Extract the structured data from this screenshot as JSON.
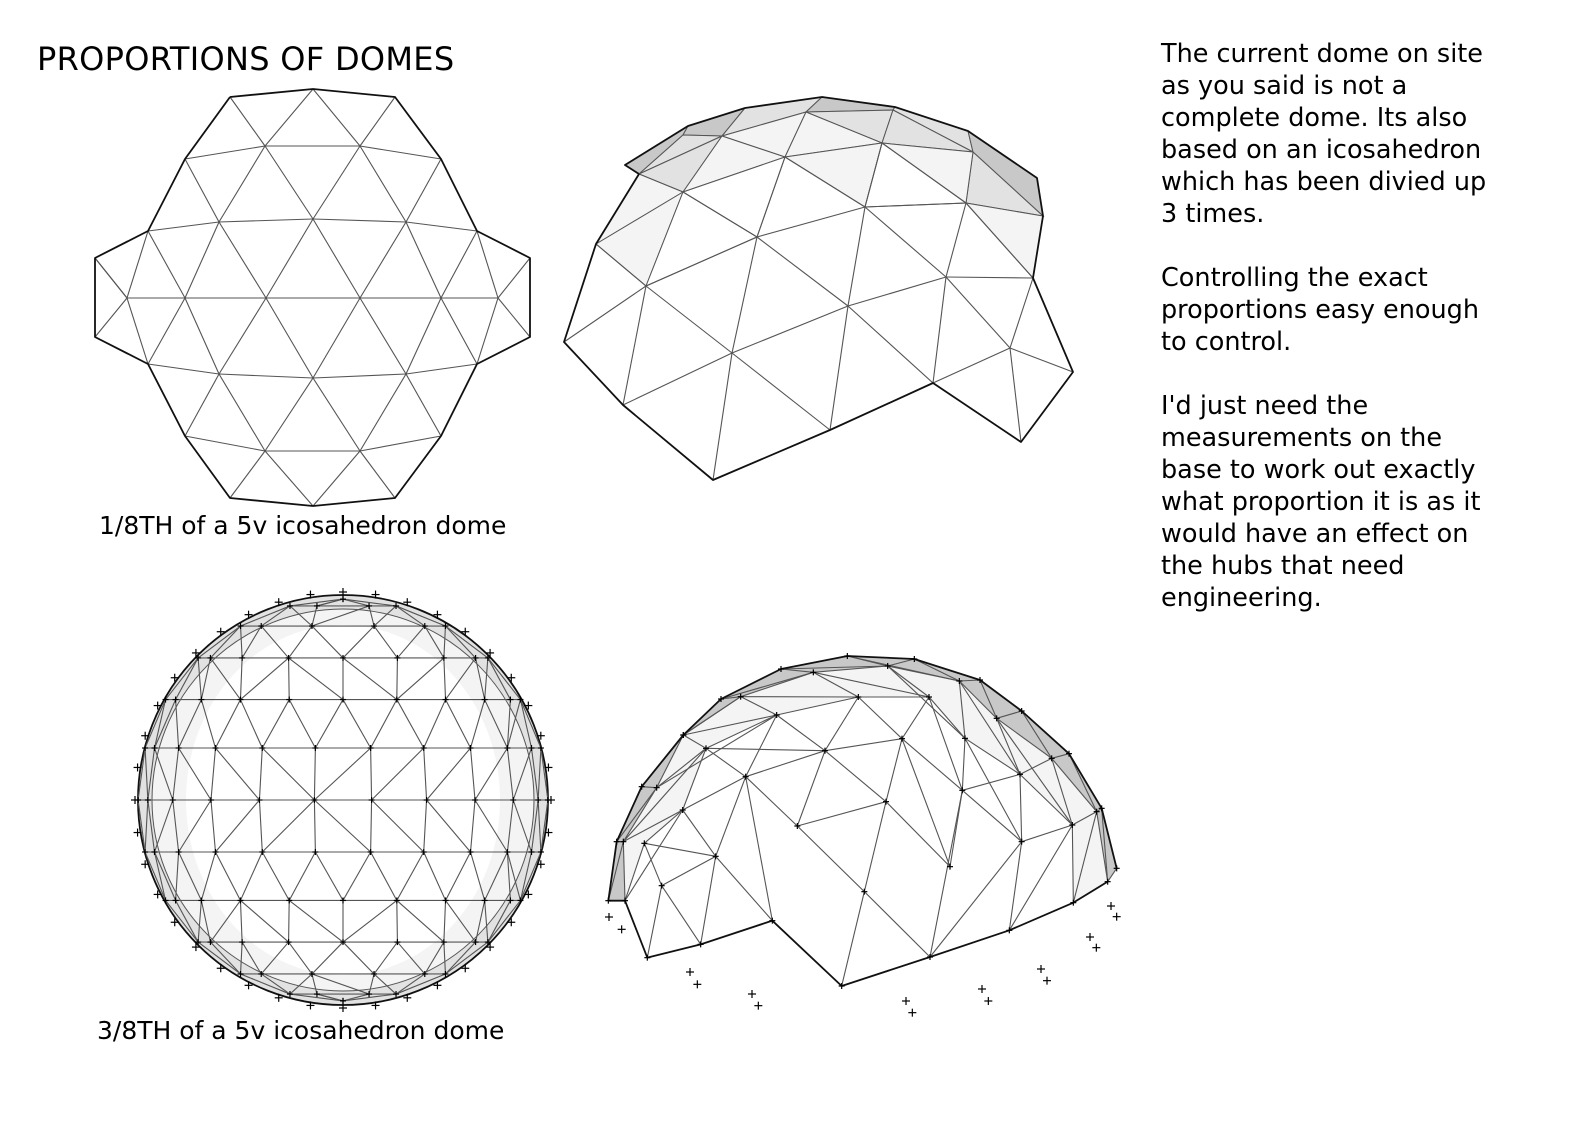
{
  "title": "PROPORTIONS OF DOMES",
  "figures": [
    {
      "id": "flat-net-eighth",
      "caption": "1/8TH of a 5v icosahedron dome",
      "view": "top plan"
    },
    {
      "id": "perspective-eighth",
      "caption": "",
      "view": "perspective"
    },
    {
      "id": "sphere-three-eighths",
      "caption": "3/8TH of a 5v icosahedron dome",
      "view": "top plan"
    },
    {
      "id": "perspective-three-eighths",
      "caption": "",
      "view": "perspective"
    }
  ],
  "notes": {
    "paragraphs": [
      "The current dome on site\nas you said is not a\ncomplete dome. Its also\nbased on an icosahedron\nwhich has been divied up\n3 times.",
      "Controlling the exact\nproportions easy enough\nto control.",
      "I'd just need the\nmeasurements on the\nbase to work out exactly\nwhat proportion it is as it\nwould have an effect on\nthe hubs that need\nengineering."
    ]
  },
  "colors": {
    "line": "#555555",
    "outline": "#111111",
    "face_light": "#f4f4f4",
    "face_mid": "#e2e2e2",
    "face_dark": "#c8c8c8"
  }
}
